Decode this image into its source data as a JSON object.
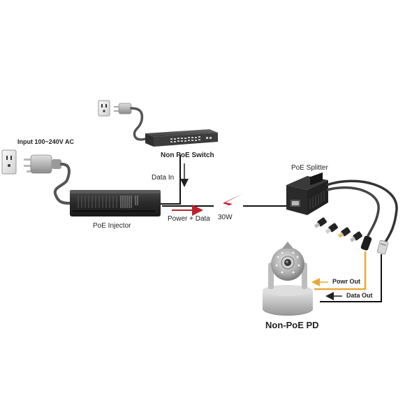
{
  "diagram": {
    "nodes": {
      "ac_input": {
        "label": "Input 100~240V AC",
        "icon": "wall-outlet-icon"
      },
      "switch": {
        "label": "Non PoE Switch",
        "icon": "network-switch-icon"
      },
      "injector": {
        "label": "PoE Injector",
        "icon": "poe-injector-icon"
      },
      "splitter": {
        "label": "PoE Splitter",
        "icon": "poe-splitter-icon"
      },
      "device": {
        "label": "Non-PoE PD",
        "icon": "ip-camera-icon"
      }
    },
    "edges": {
      "data_in": {
        "label": "Data In",
        "color": "#222222"
      },
      "power_data": {
        "label": "Power + Data",
        "color": "#b8232f"
      },
      "wattage": {
        "label": "30W",
        "color": "#c8182a"
      },
      "power_out": {
        "label": "Powr Out",
        "color": "#e8a83a"
      },
      "data_out": {
        "label": "Data Out",
        "color": "#222222"
      }
    }
  }
}
